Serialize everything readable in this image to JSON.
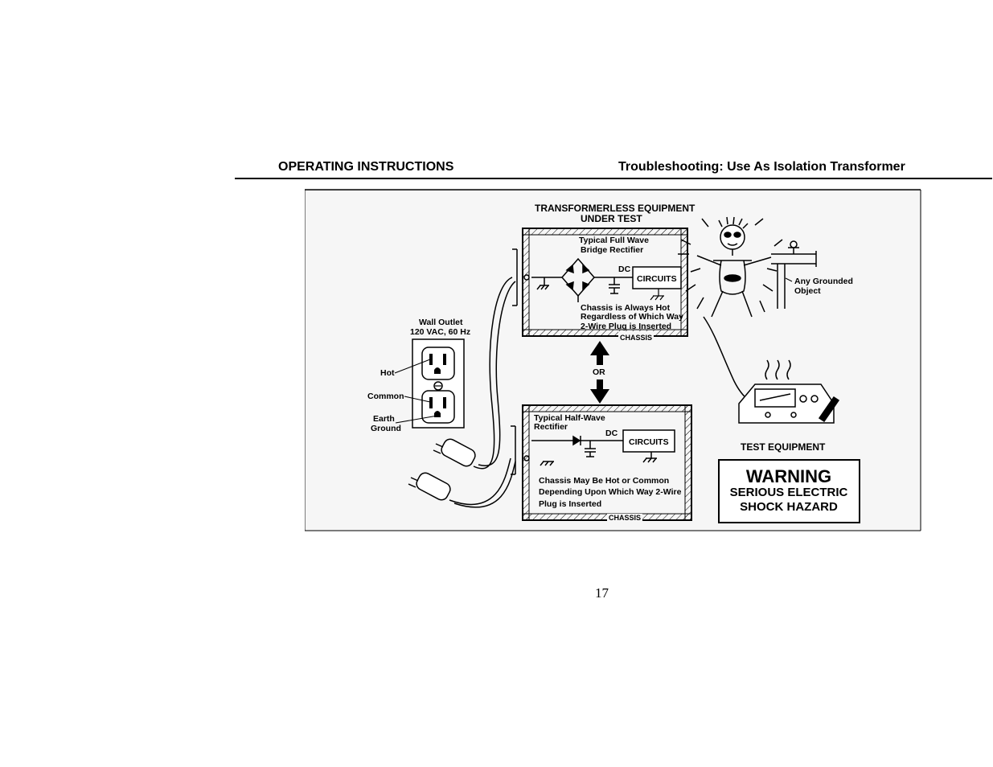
{
  "header": {
    "left_title": "OPERATING INSTRUCTIONS",
    "right_title": "Troubleshooting:  Use As Isolation Transformer"
  },
  "figure": {
    "top_box_title_1": "TRANSFORMERLESS EQUIPMENT",
    "top_box_title_2": "UNDER TEST",
    "full_wave_label_1": "Typical Full Wave",
    "full_wave_label_2": "Bridge Rectifier",
    "dc_label_top": "DC",
    "circuits_label_top": "CIRCUITS",
    "chassis_hot_1": "Chassis is Always Hot",
    "chassis_hot_2": "Regardless of Which Way",
    "chassis_hot_3": "2-Wire Plug is Inserted",
    "chassis_label_top": "CHASSIS",
    "or_label": "OR",
    "half_wave_label_1": "Typical Half-Wave",
    "half_wave_label_2": "Rectifier",
    "dc_label_bottom": "DC",
    "circuits_label_bottom": "CIRCUITS",
    "chassis_maybe_1": "Chassis May Be Hot or Common",
    "chassis_maybe_2": "Depending Upon Which Way 2-Wire",
    "chassis_maybe_3": "Plug is Inserted",
    "chassis_label_bottom": "CHASSIS",
    "wall_outlet_1": "Wall Outlet",
    "wall_outlet_2": "120 VAC, 60 Hz",
    "hot_label": "Hot",
    "common_label": "Common",
    "earth_ground_1": "Earth",
    "earth_ground_2": "Ground",
    "grounded_object_1": "Any Grounded",
    "grounded_object_2": "Object",
    "test_equipment_label": "TEST EQUIPMENT",
    "warning_title": "WARNING",
    "warning_line_1": "SERIOUS ELECTRIC",
    "warning_line_2": "SHOCK HAZARD"
  },
  "page_number": "17"
}
